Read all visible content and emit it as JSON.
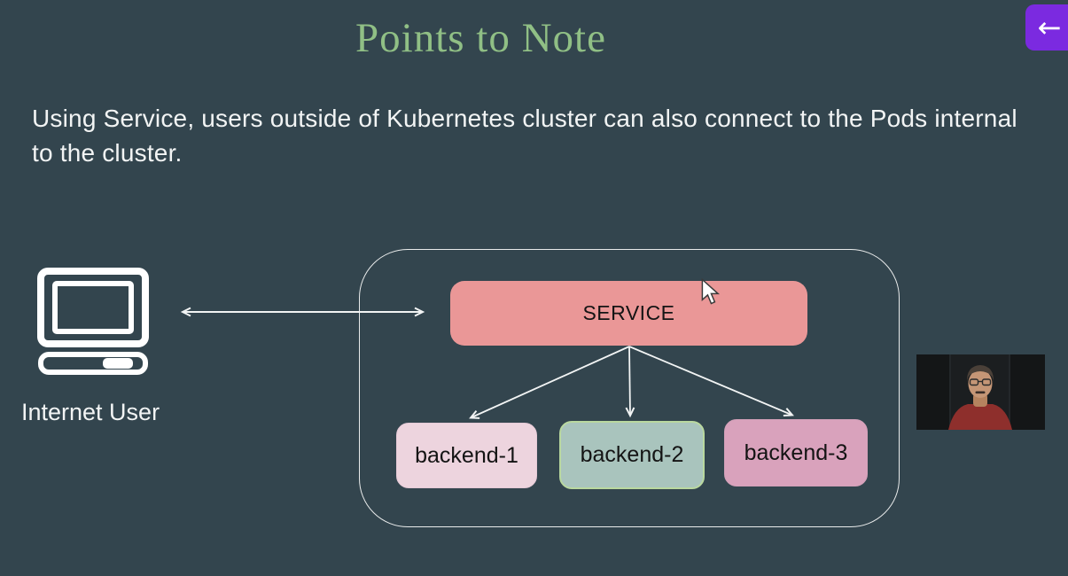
{
  "window": {
    "back_button_arrow": "←"
  },
  "slide": {
    "title": "Points to Note",
    "body": "Using Service, users outside of Kubernetes cluster can also connect to the Pods internal to the cluster."
  },
  "diagram": {
    "internet_user": {
      "label": "Internet User"
    },
    "cluster": {
      "service": {
        "label": "SERVICE",
        "color": "#ea9797"
      },
      "backends": [
        {
          "label": "backend-1",
          "color": "#edd4de"
        },
        {
          "label": "backend-2",
          "color": "#a9c4bd",
          "border_color": "#b9d89f"
        },
        {
          "label": "backend-3",
          "color": "#d9a2bc"
        }
      ]
    }
  },
  "colors": {
    "background": "#33454e",
    "title_green": "#90bf85",
    "body_text": "#f2f4f4",
    "cluster_border": "#e9ebeb",
    "accent_purple": "#7b2ae0",
    "arrow": "#f2f4f4"
  }
}
